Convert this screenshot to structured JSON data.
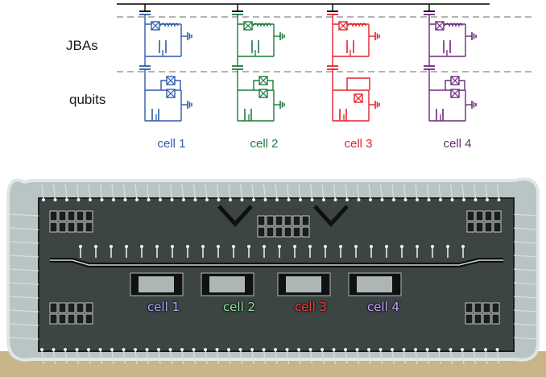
{
  "row_labels": {
    "jbas": "JBAs",
    "qubits": "qubits"
  },
  "cells": [
    {
      "label": "cell 1",
      "color": "#2f5aa8"
    },
    {
      "label": "cell 2",
      "color": "#1e7a3c"
    },
    {
      "label": "cell 3",
      "color": "#e0222a"
    },
    {
      "label": "cell 4",
      "color": "#6b2a7a"
    }
  ],
  "chip_labels": [
    {
      "label": "cell 1",
      "color": "#9fb0ff"
    },
    {
      "label": "cell 2",
      "color": "#8fe0a0"
    },
    {
      "label": "cell 3",
      "color": "#ff3a3a"
    },
    {
      "label": "cell 4",
      "color": "#c8a0ff"
    }
  ]
}
